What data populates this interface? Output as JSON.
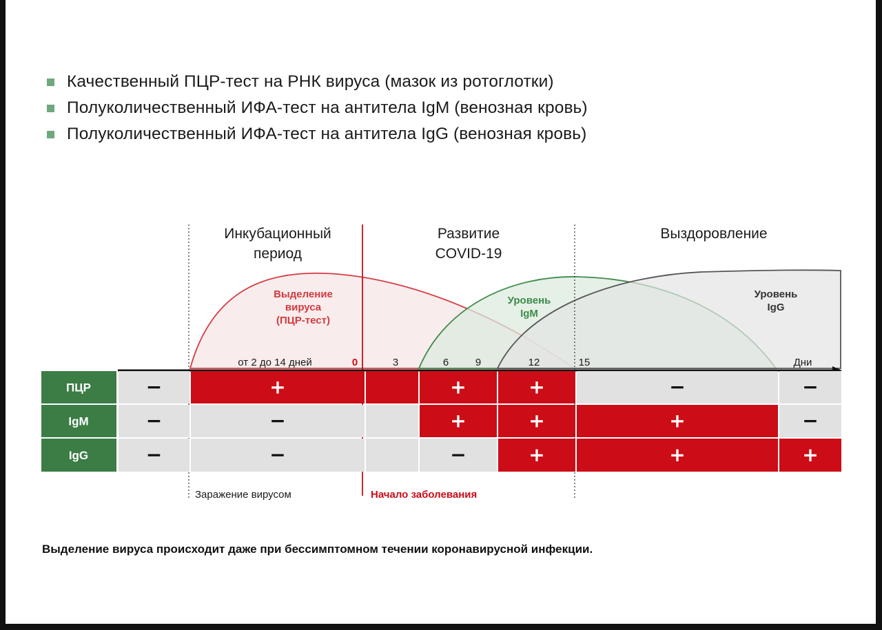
{
  "bullets": [
    "Качественный ПЦР-тест на РНК вируса (мазок из ротоглотки)",
    "Полуколичественный ИФА-тест на антитела IgM (венозная кровь)",
    "Полуколичественный ИФА-тест на антитела IgG (венозная кровь)"
  ],
  "colors": {
    "bullet": "#6fa87c",
    "label_green": "#3b7d45",
    "positive_red": "#cc0c17",
    "negative_gray": "#e1e1e1",
    "curve_virus": "#d43a3f",
    "curve_igm": "#3e8a4a",
    "curve_igg": "#555555"
  },
  "phases": [
    {
      "line1": "Инкубационный",
      "line2": "период"
    },
    {
      "line1": "Развитие",
      "line2": "COVID-19"
    },
    {
      "line1": "Выздоровление",
      "line2": ""
    }
  ],
  "curves": {
    "virus": [
      "Выделение",
      "вируса",
      "(ПЦР-тест)"
    ],
    "igm": [
      "Уровень",
      "IgM"
    ],
    "igg": [
      "Уровень",
      "IgG"
    ]
  },
  "axis": {
    "ticks": [
      "от 2 до 14 дней",
      "0",
      "3",
      "6",
      "9",
      "12",
      "15"
    ],
    "unit": "Дни"
  },
  "table": {
    "row_labels": [
      "ПЦР",
      "IgM",
      "IgG"
    ],
    "columns": [
      "before",
      "incubation",
      "day0-3",
      "day3-9",
      "day9-15",
      "day15-lateA",
      "day-late"
    ],
    "rows": [
      [
        "−",
        "+",
        "",
        "+",
        "+",
        "−",
        "−"
      ],
      [
        "−",
        "−",
        "",
        "+",
        "+",
        "+",
        "−"
      ],
      [
        "−",
        "−",
        "",
        "−",
        "+",
        "+",
        "+"
      ]
    ]
  },
  "events": {
    "infection": "Заражение вирусом",
    "onset": "Начало заболевания"
  },
  "note": "Выделение вируса происходит даже при бессимптомном течении коронавирусной инфекции."
}
